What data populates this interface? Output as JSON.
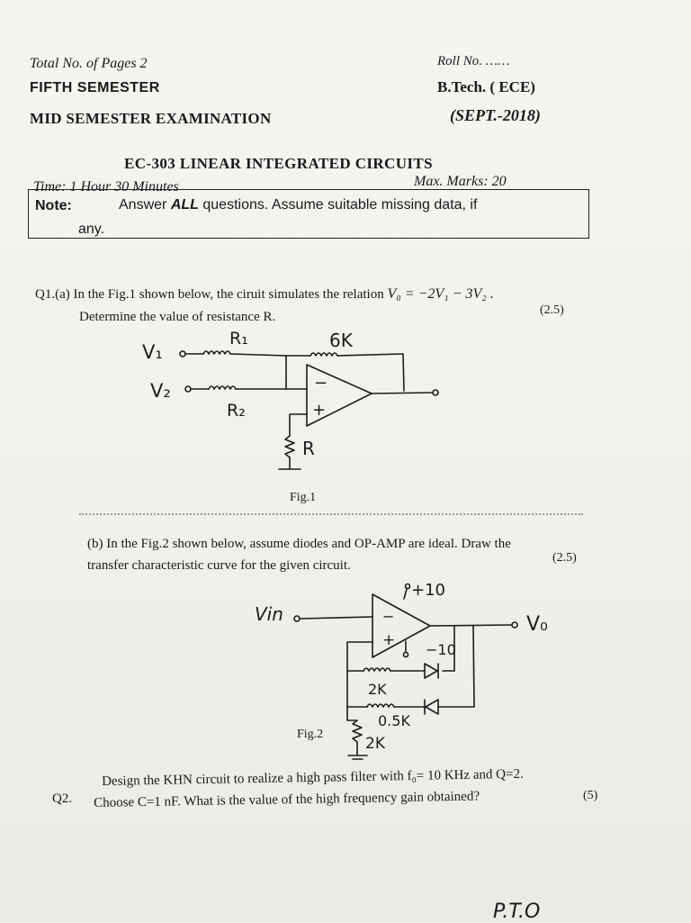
{
  "header": {
    "total_pages_label": "Total No. of Pages",
    "total_pages_value": "2",
    "semester": "FIFTH SEMESTER",
    "exam": "MID SEMESTER EXAMINATION",
    "roll_no": "Roll No. ……",
    "program": "B.Tech. ( ECE)",
    "session": "(SEPT.-2018)"
  },
  "course": {
    "title": "EC-303 LINEAR INTEGRATED CIRCUITS",
    "time": "Time: 1 Hour 30 Minutes",
    "max_marks": "Max. Marks: 20"
  },
  "note": {
    "label": "Note:",
    "text_before": "Answer",
    "emphasis": "ALL",
    "text_after": "questions. Assume suitable missing data, if",
    "continuation": "any."
  },
  "q1a": {
    "line1": "Q1.(a) In the Fig.1 shown below, the ciruit simulates the relation",
    "relation": "V₀ = −2V₁ − 3V₂ .",
    "line2": "Determine the value of resistance R.",
    "marks": "(2.5)"
  },
  "fig1": {
    "caption": "Fig.1",
    "v1": "V₁",
    "v2": "V₂",
    "r1": "R₁",
    "r2": "R₂",
    "rf": "6K",
    "r": "R",
    "minus": "−",
    "plus": "+"
  },
  "q1b": {
    "line1": "(b) In the Fig.2 shown below, assume diodes and OP-AMP are ideal. Draw the",
    "line2": "transfer characteristic curve for the given circuit.",
    "marks": "(2.5)"
  },
  "fig2": {
    "caption": "Fig.2",
    "vin": "Vin",
    "vo": "V₀",
    "vpos": "+10",
    "vneg": "−10",
    "r_upper": "2K",
    "r_lower": "0.5K",
    "r_ground": "2K",
    "minus": "−",
    "plus": "+"
  },
  "q2": {
    "number": "Q2.",
    "line1": "Design the KHN circuit to realize a high pass filter with f₀= 10 KHz and Q=2.",
    "line2": "Choose C=1 nF. What is the value of the high frequency gain obtained?",
    "marks": "(5)"
  },
  "footer": {
    "pto": "P.T.O"
  }
}
